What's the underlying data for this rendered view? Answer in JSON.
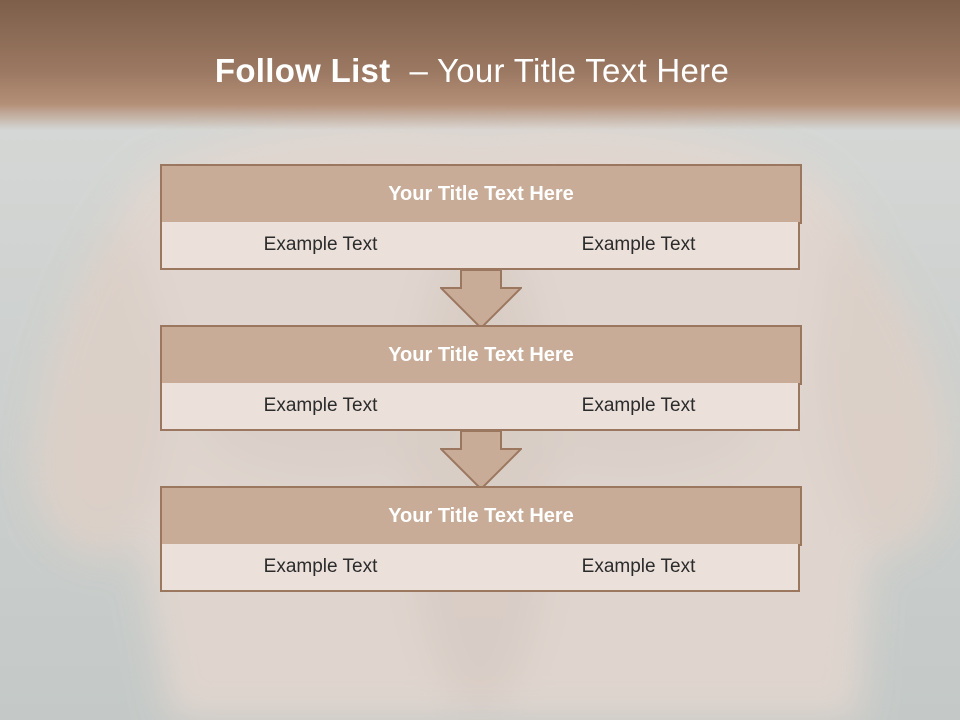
{
  "slide": {
    "title_bold": "Follow List",
    "title_rest": "– Your Title Text Here"
  },
  "blocks": [
    {
      "title": "Your Title Text Here",
      "left": "Example Text",
      "right": "Example Text"
    },
    {
      "title": "Your Title Text Here",
      "left": "Example Text",
      "right": "Example Text"
    },
    {
      "title": "Your Title Text Here",
      "left": "Example Text",
      "right": "Example Text"
    }
  ],
  "colors": {
    "header": "#9b7862",
    "block_title_fill": "#c8ac98",
    "block_border": "#9c7760",
    "cell_fill": "#ebe0da"
  },
  "icons": [
    "down-arrow-icon",
    "down-arrow-icon"
  ]
}
